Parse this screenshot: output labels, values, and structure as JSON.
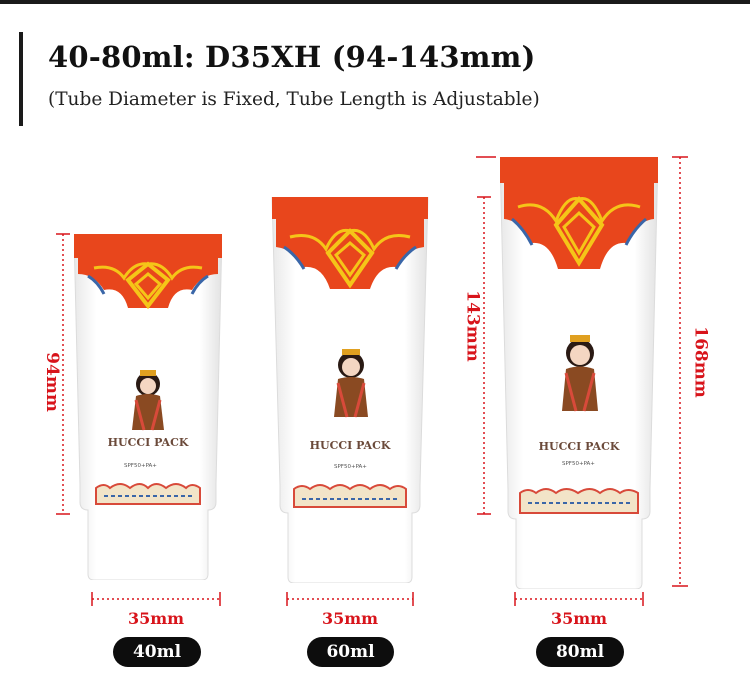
{
  "header": {
    "title": "40-80ml: D35XH (94-143mm)",
    "subtitle": "(Tube Diameter is Fixed, Tube Length is Adjustable)"
  },
  "colors": {
    "dimension": "#d8141b",
    "cap": "#e8461c",
    "pill": "#0d0d0d",
    "tube_body": "#fbfbfb"
  },
  "tubes": [
    {
      "brand": "HUCCI PACK",
      "spf": "SPF50+PA+",
      "height_label": "94mm",
      "width_label": "35mm",
      "capacity": "40ml"
    },
    {
      "brand": "HUCCI PACK",
      "spf": "SPF50+PA+",
      "height_label": "143mm",
      "width_label": "35mm",
      "capacity": "60ml"
    },
    {
      "brand": "HUCCI PACK",
      "spf": "SPF50+PA+",
      "height_label": "168mm",
      "width_label": "35mm",
      "capacity": "80ml"
    }
  ]
}
